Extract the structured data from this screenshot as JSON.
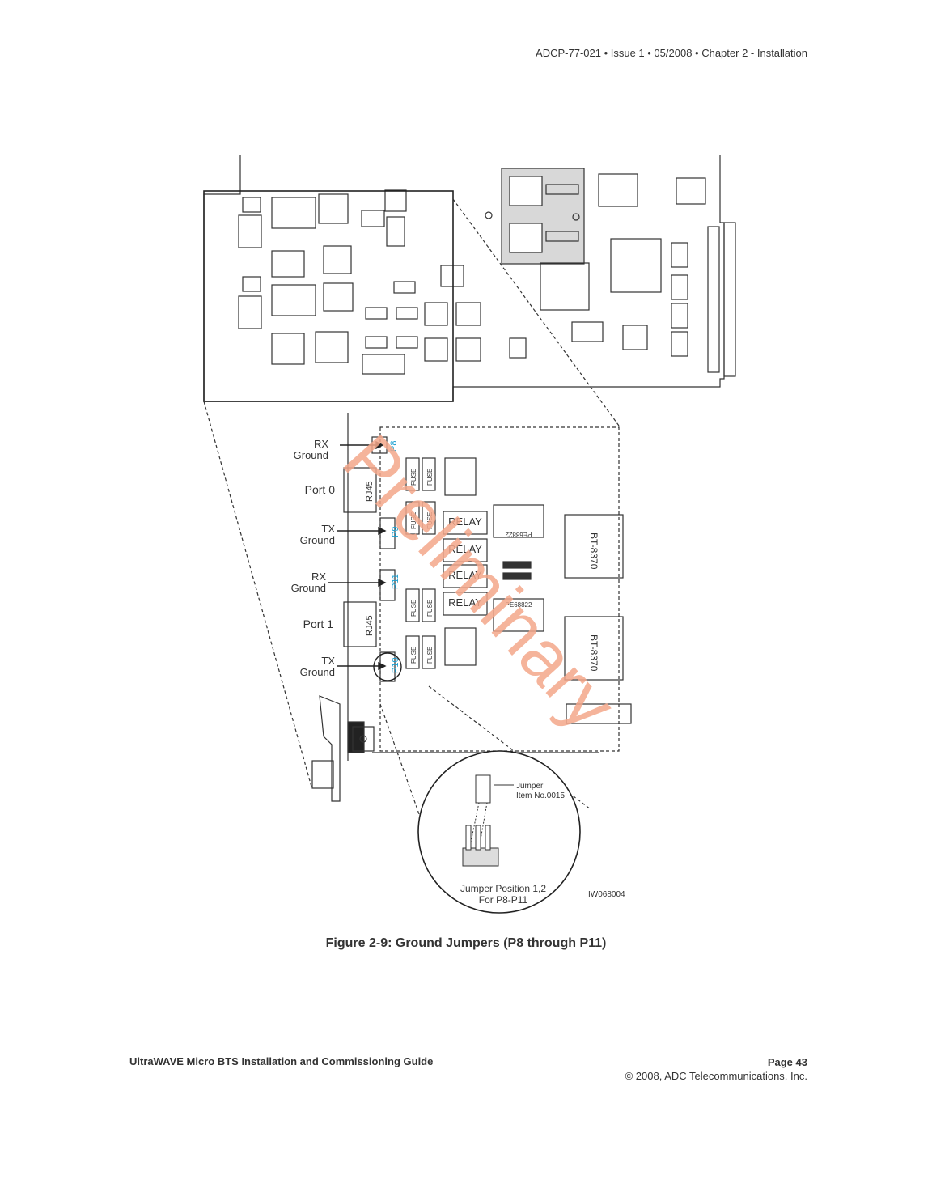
{
  "header": {
    "text": "ADCP-77-021 • Issue 1 • 05/2008 • Chapter 2 - Installation"
  },
  "figure": {
    "labels": {
      "rx_ground_top": [
        "RX",
        "Ground"
      ],
      "port0": "Port 0",
      "tx_ground_top": [
        "TX",
        "Ground"
      ],
      "rx_ground_bottom": [
        "RX",
        "Ground"
      ],
      "port1": "Port 1",
      "tx_ground_bottom": [
        "TX",
        "Ground"
      ],
      "rj45": "RJ45",
      "fuse": "FUSE",
      "relay": "RELAY",
      "pe": "PE68822",
      "bt": "BT-8370",
      "jumpers": [
        "P8",
        "P9",
        "P11",
        "P10"
      ],
      "jumper_item": [
        "Jumper",
        "Item No.0015"
      ],
      "jumper_position": [
        "Jumper Position 1,2",
        "For P8-P11"
      ],
      "figure_id": "IW068004"
    },
    "watermark": "Preliminary",
    "watermark_color": "#f4a78a",
    "accent_color": "#1a9fd0"
  },
  "caption": "Figure 2-9: Ground Jumpers (P8 through P11)",
  "footer": {
    "left": "UltraWAVE Micro BTS Installation and Commissioning Guide",
    "page": "Page 43",
    "copyright": "© 2008, ADC Telecommunications, Inc."
  }
}
